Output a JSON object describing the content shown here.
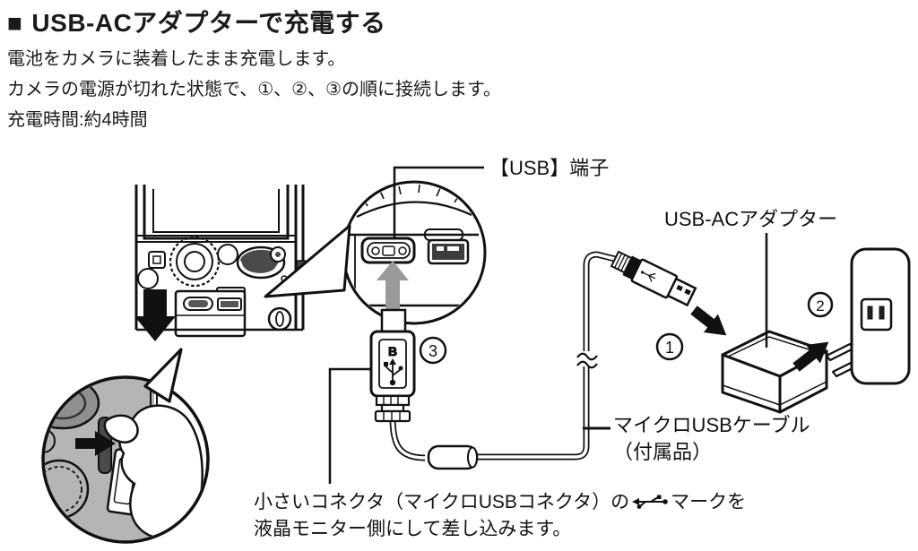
{
  "heading": {
    "bullet": "■",
    "title": "USB-ACアダプターで充電する"
  },
  "intro": {
    "line1": "電池をカメラに装着したまま充電します。",
    "line2": "カメラの電源が切れた状態で、①、②、③の順に接続します。",
    "line3": "充電時間:約4時間"
  },
  "diagram": {
    "labels": {
      "usb_terminal": "【USB】端子",
      "usb_ac_adapter": "USB-ACアダプター",
      "micro_usb_cable": "マイクロUSBケーブル",
      "micro_usb_cable_note": "（付属品）",
      "note_line1_pre": "小さいコネクタ（マイクロUSBコネクタ）の",
      "note_line1_post": "マークを",
      "note_line2": "液晶モニター側にして差し込みます。"
    },
    "steps": {
      "step1": "1",
      "step2": "2",
      "step3": "3"
    },
    "connector_marking": "B",
    "icons": {
      "usb_symbol": "usb-trident-icon",
      "insert_arrow": "gray-up-arrow",
      "open_cover_arrow": "black-down-arrow",
      "plug_arrow_1": "black-diagonal-arrow",
      "plug_arrow_2": "black-diagonal-arrow"
    },
    "colors": {
      "line_art": "#111111",
      "closeup_background": "#b5b5b5",
      "magnifier_arrow": "#9a9a9a",
      "text": "#1a1a1a"
    }
  }
}
